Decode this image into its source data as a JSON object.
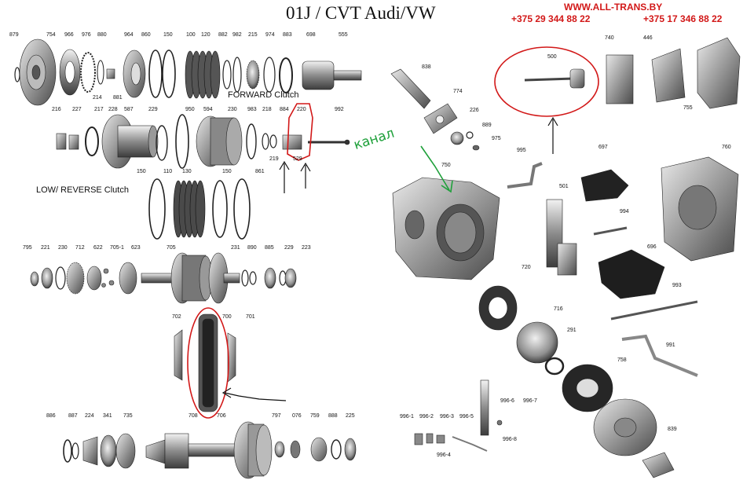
{
  "header": {
    "title": "01J / CVT  Audi/VW",
    "url": "WWW.ALL-TRANS.BY",
    "phone_1": "+375 29 344 88 22",
    "phone_2": "+375 17 346 88 22"
  },
  "section_labels": {
    "forward_clutch": "FORWARD Clutch",
    "low_reverse_clutch": "LOW/ REVERSE Clutch"
  },
  "annotation": {
    "note": "канал"
  },
  "part_numbers": [
    "879",
    "754",
    "966",
    "976",
    "880",
    "964",
    "860",
    "150",
    "100",
    "120",
    "882",
    "982",
    "215",
    "974",
    "883",
    "698",
    "555",
    "214",
    "881",
    "216",
    "227",
    "217",
    "228",
    "587",
    "229",
    "950",
    "594",
    "230",
    "983",
    "218",
    "884",
    "220",
    "992",
    "219",
    "529",
    "150",
    "110",
    "130",
    "150",
    "861",
    "795",
    "221",
    "230",
    "712",
    "622",
    "705-1",
    "623",
    "705",
    "231",
    "890",
    "885",
    "229",
    "223",
    "702",
    "700",
    "701",
    "886",
    "887",
    "224",
    "341",
    "735",
    "708",
    "706",
    "797",
    "076",
    "759",
    "888",
    "225",
    "838",
    "774",
    "226",
    "889",
    "975",
    "750",
    "500",
    "740",
    "446",
    "755",
    "995",
    "697",
    "760",
    "501",
    "994",
    "696",
    "720",
    "993",
    "716",
    "291",
    "991",
    "758",
    "839",
    "996-1",
    "996-2",
    "996-3",
    "996-5",
    "996-6",
    "996-7",
    "996-8",
    "996-4"
  ],
  "colors": {
    "accent_red": "#d21818",
    "note_green": "#1ea03a",
    "ink": "#111111"
  }
}
